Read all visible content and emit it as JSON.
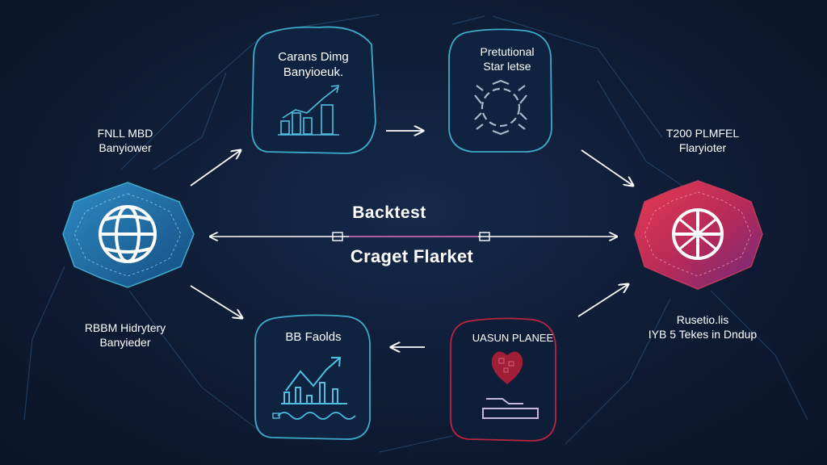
{
  "center": {
    "top": "Backtest",
    "bottom": "Craget Flarket"
  },
  "cards": {
    "top_left": {
      "line1": "Carans Dimg",
      "line2": "Banyioeuk."
    },
    "top_right": {
      "line1": "Pretutional",
      "line2": "Star letse"
    },
    "bottom_left": {
      "line1": "BB Faolds"
    },
    "bottom_right": {
      "line1": "UASUN PLANEE"
    }
  },
  "side_labels": {
    "left_top": {
      "line1": "FNLL MBD",
      "line2": "Banyiower"
    },
    "left_bottom": {
      "line1": "RBBM Hidrytery",
      "line2": "Banyieder"
    },
    "right_top": {
      "line1": "T200 PLMFEL",
      "line2": "Flaryioter"
    },
    "right_bottom": {
      "line1": "Rusetio.lis",
      "line2": "IYB 5 Tekes in Dndup"
    }
  },
  "colors": {
    "background": "#0f1d37",
    "teal_accent": "#3fa9c9",
    "blue_hub": "#1f6fa8",
    "red_hub": "#d8344d",
    "purple_hub": "#8a2c7a",
    "red_card": "#b8253e"
  },
  "icons": {
    "left_hub": "globe-icon",
    "right_hub": "crosshair-target-icon",
    "top_left_card": "bar-chart-growth-icon",
    "top_right_card": "gear-ring-icon",
    "bottom_left_card": "line-chart-trend-icon",
    "bottom_right_card": "heart-chip-icon"
  }
}
